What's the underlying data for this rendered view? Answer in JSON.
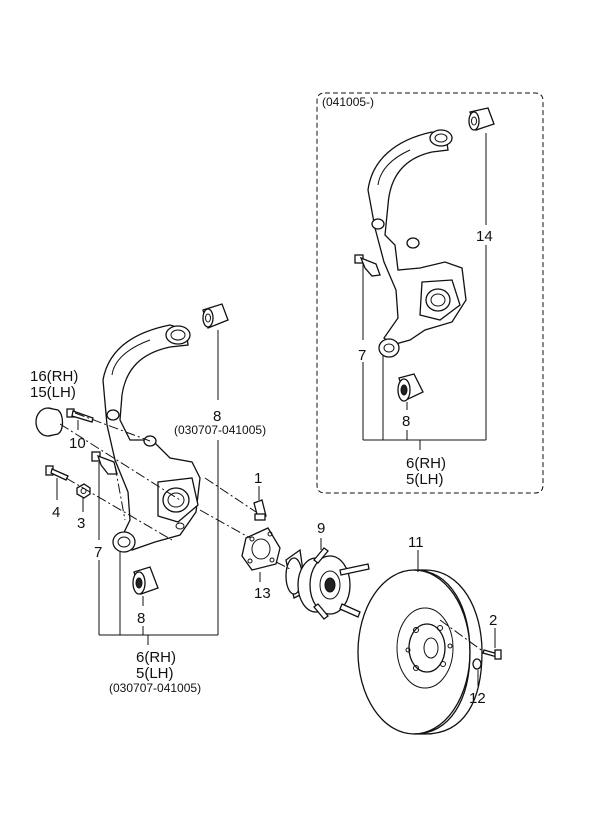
{
  "diagram": {
    "box_note": "(041005-)",
    "labels": {
      "p1": "1",
      "p2": "2",
      "p3": "3",
      "p4": "4",
      "p7_left": "7",
      "p7_right": "7",
      "p8_left_top": "8",
      "p8_left_bushing": "8",
      "p8_right": "8",
      "p9": "9",
      "p10": "10",
      "p11": "11",
      "p12": "12",
      "p13": "13",
      "p14": "14",
      "p16_left": "16(RH)",
      "p15_left": "15(LH)",
      "p6_left": "6(RH)",
      "p5_left": "5(LH)",
      "p6_right": "6(RH)",
      "p5_right": "5(LH)",
      "date_top": "(030707-041005)",
      "date_bottom": "(030707-041005)"
    }
  }
}
